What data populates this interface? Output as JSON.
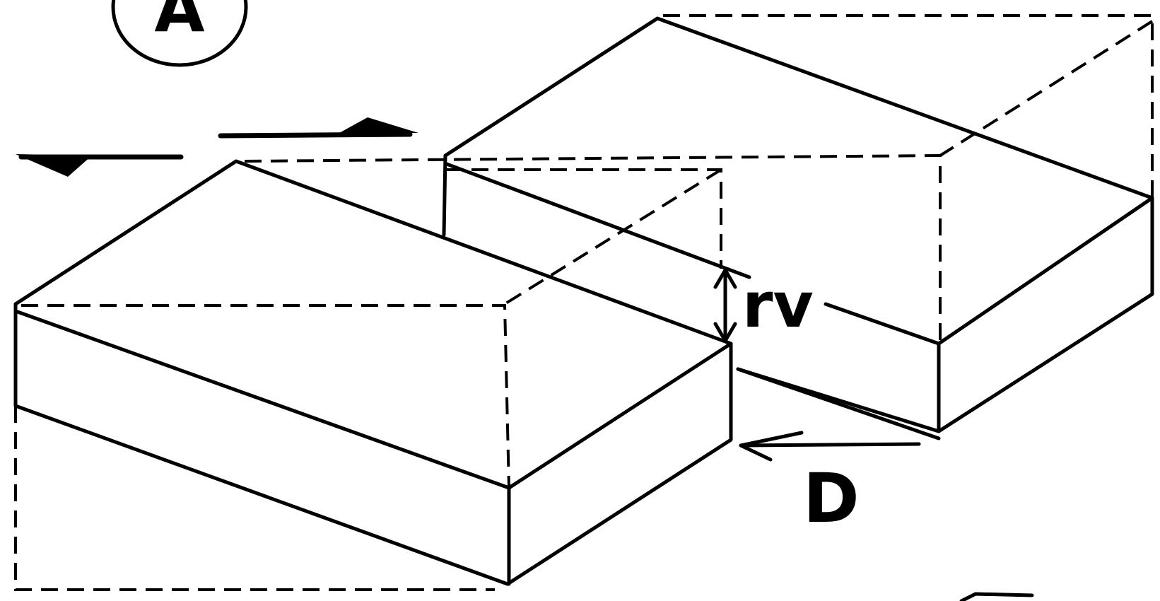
{
  "figure": {
    "panel_label": "A",
    "vertical_offset_label": "rv",
    "displacement_label": "D"
  },
  "colors": {
    "ink": "#000000",
    "background": "#ffffff"
  }
}
